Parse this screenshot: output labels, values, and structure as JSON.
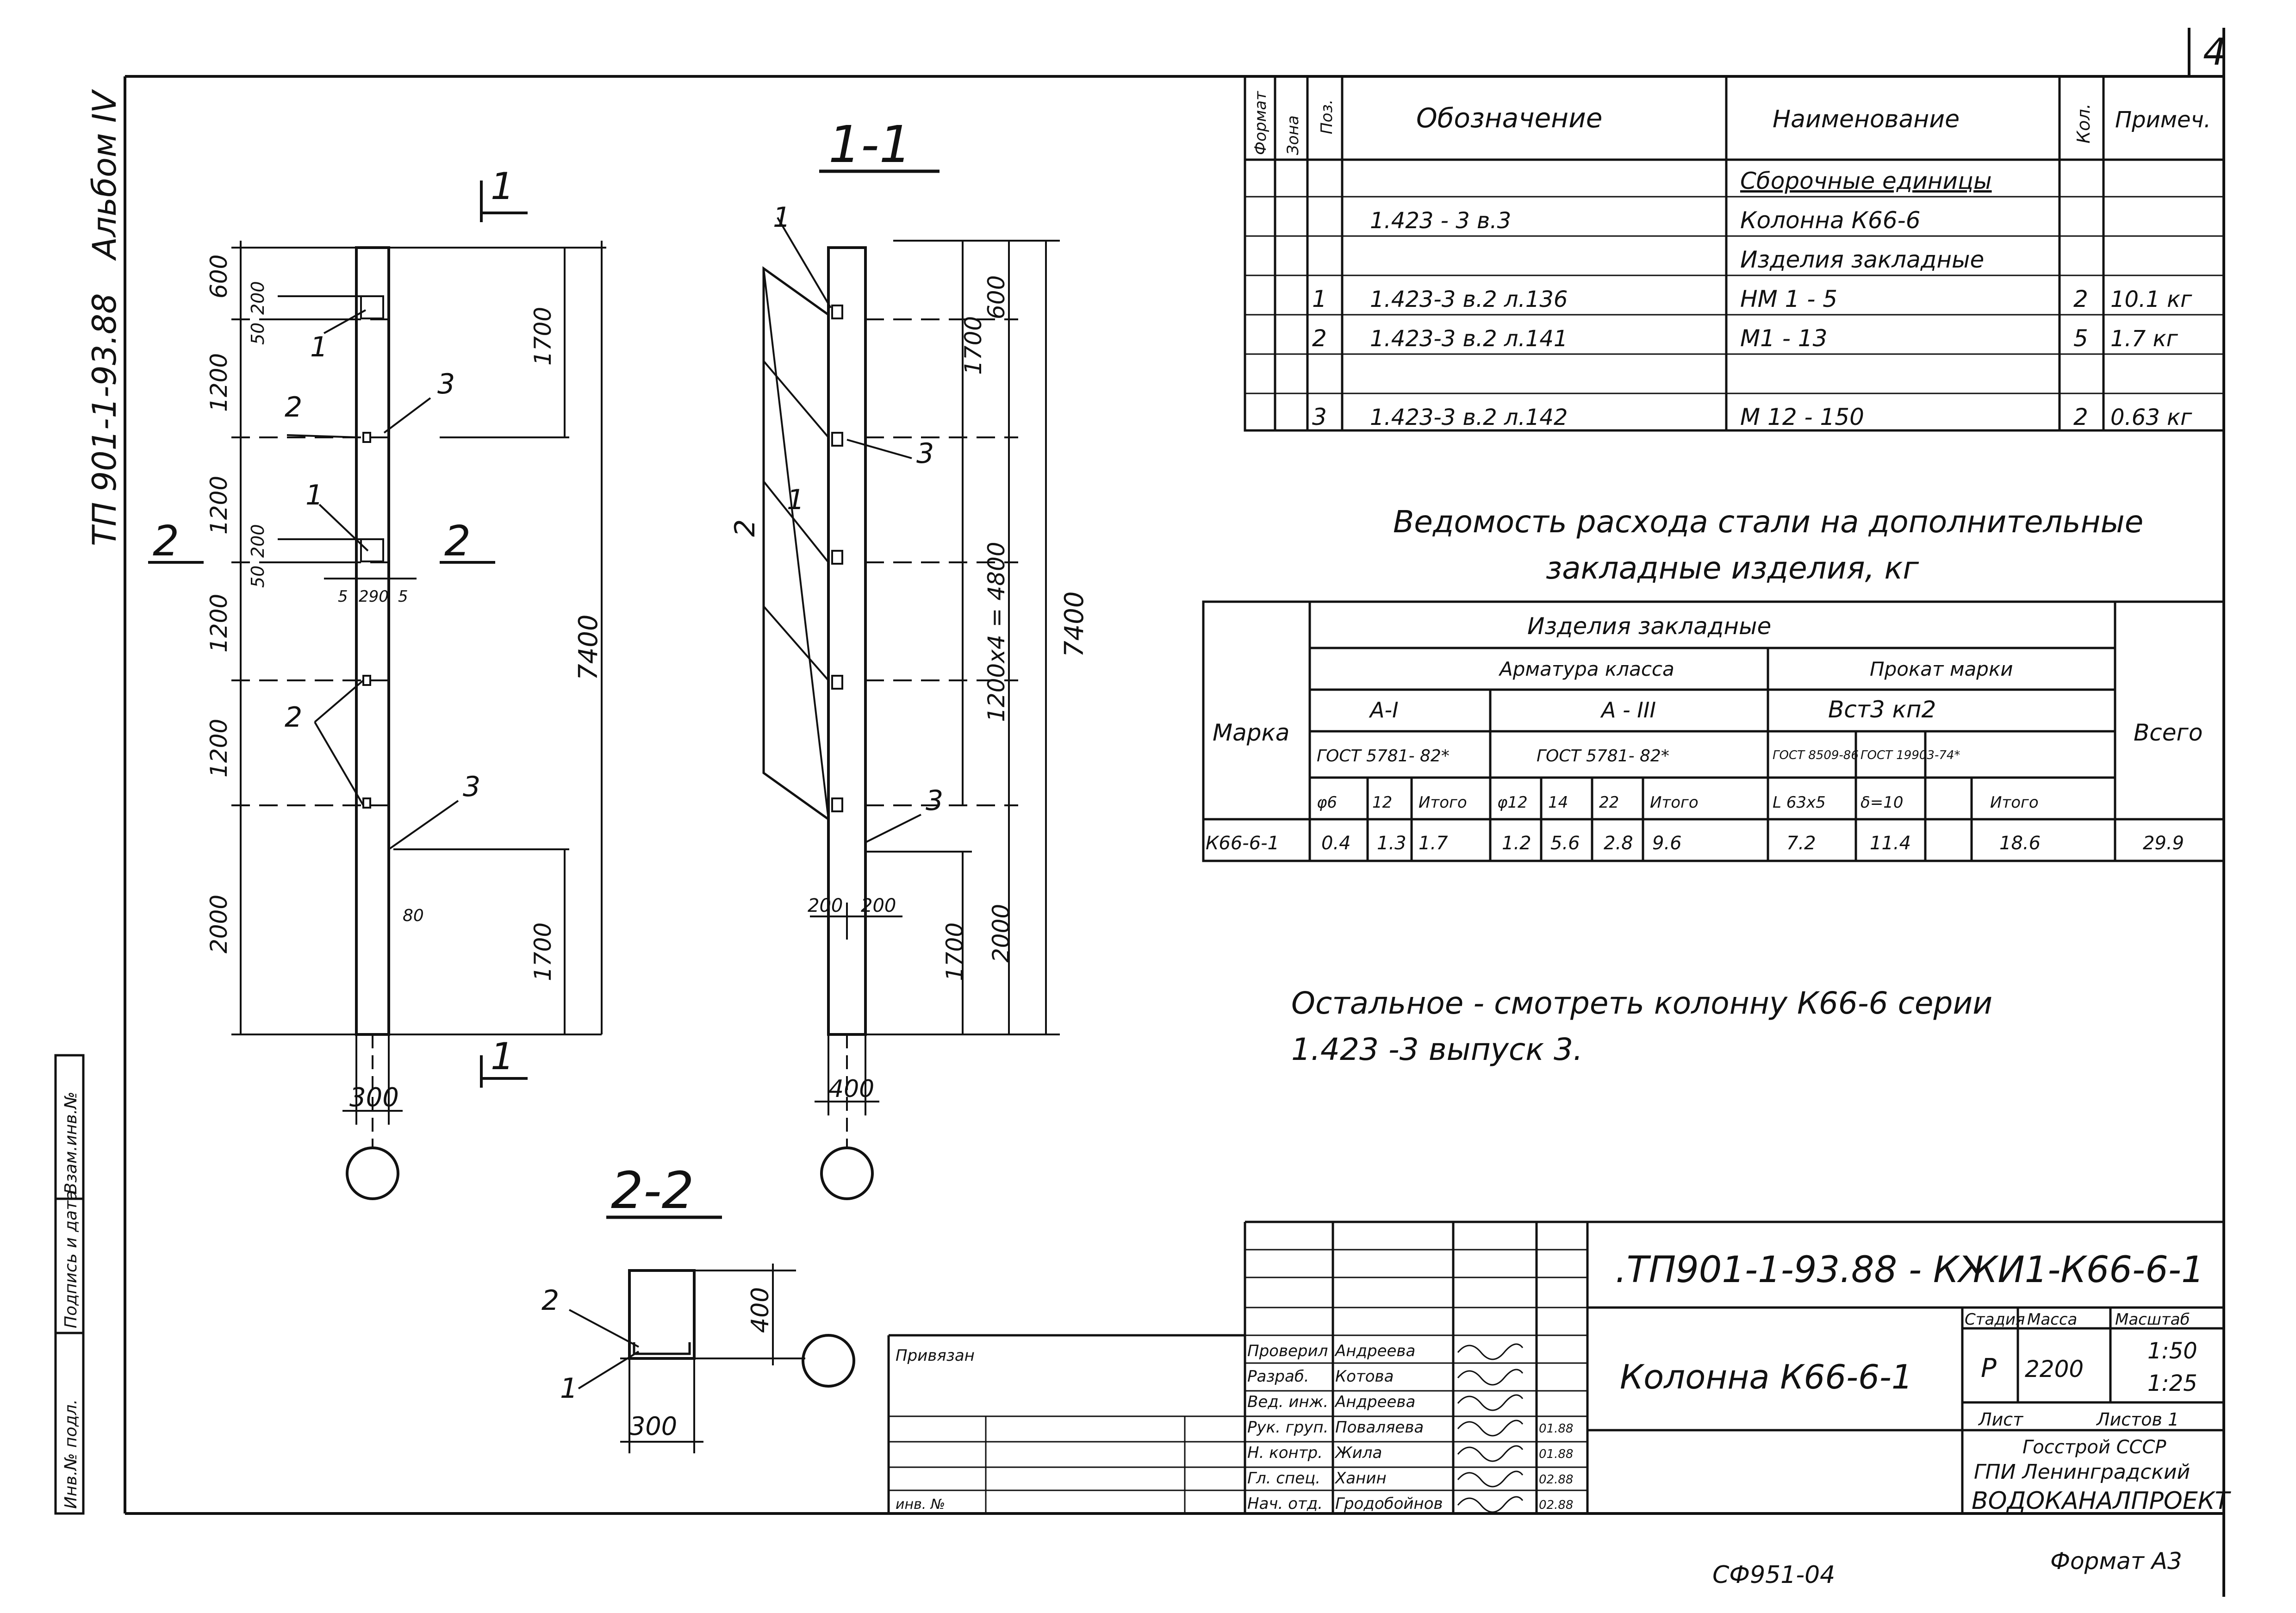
{
  "sheet_number": "4",
  "left_margin": {
    "album": "Альбом IV",
    "series": "ТП 901-1-93.88",
    "box_labels": [
      "Взам.инв.№",
      "Подпись и дата",
      "Инв.№ подл."
    ]
  },
  "views": {
    "section_1_1": "1-1",
    "section_2_2": "2-2",
    "cut_mark": "1",
    "cut_mark_2": "2",
    "elevation_dims": {
      "left": [
        "600",
        "1200",
        "1200",
        "1200",
        "1200",
        "2000"
      ],
      "small": [
        "200",
        "50",
        "200",
        "50"
      ],
      "between": [
        "5",
        "290",
        "5"
      ],
      "right": [
        "1700",
        "7400",
        "1700"
      ],
      "mark_80": "80",
      "bottom_width": "300"
    },
    "section_dims": {
      "right": [
        "600",
        "1700",
        "1200х4 = 4800",
        "7400",
        "2000",
        "1700"
      ],
      "bottom_pair": [
        "200",
        "200"
      ],
      "bottom_width": "400"
    },
    "section22_dims": {
      "width": "300",
      "height": "400"
    },
    "position_labels": {
      "p1": "1",
      "p2": "2",
      "p3": "3"
    }
  },
  "spec_table": {
    "headers": [
      "Формат",
      "Зона",
      "Поз.",
      "Обозначение",
      "Наименование",
      "Кол.",
      "Примеч."
    ],
    "rows": [
      {
        "pos": "",
        "designation": "",
        "name": "Сборочные единицы",
        "qty": "",
        "note": ""
      },
      {
        "pos": "",
        "designation": "1.423 - 3 в.3",
        "name": "Колонна К66-6",
        "qty": "",
        "note": ""
      },
      {
        "pos": "",
        "designation": "",
        "name": "Изделия закладные",
        "qty": "",
        "note": ""
      },
      {
        "pos": "1",
        "designation": "1.423-3 в.2 л.136",
        "name": "НМ 1 - 5",
        "qty": "2",
        "note": "10.1 кг"
      },
      {
        "pos": "2",
        "designation": "1.423-3 в.2 л.141",
        "name": "М1 - 13",
        "qty": "5",
        "note": "1.7 кг"
      },
      {
        "pos": "",
        "designation": "",
        "name": "",
        "qty": "",
        "note": ""
      },
      {
        "pos": "3",
        "designation": "1.423-3 в.2 л.142",
        "name": "М 12 - 150",
        "qty": "2",
        "note": "0.63 кг"
      }
    ]
  },
  "steel_table": {
    "title_line1": "Ведомость расхода стали на дополнительные",
    "title_line2": "закладные изделия, кг",
    "h_marka": "Марка",
    "h_items": "Изделия закладные",
    "h_rebar": "Арматура класса",
    "h_rolled": "Прокат марки",
    "h_total": "Всего",
    "h_a1": "А-I",
    "h_a3": "А - III",
    "h_vst": "Вст3 кп2",
    "h_gost1": "ГОСТ 5781- 82*",
    "h_gost2": "ГОСТ 5781- 82*",
    "h_gost3": "ГОСТ 8509-86",
    "h_gost4": "ГОСТ 19903-74*",
    "sub": [
      "φ6",
      "12",
      "Итого",
      "φ12",
      "14",
      "22",
      "Итого",
      "L 63х5",
      "δ=10",
      "",
      "Итого"
    ],
    "row": [
      "К66-6-1",
      "0.4",
      "1.3",
      "1.7",
      "1.2",
      "5.6",
      "2.8",
      "9.6",
      "7.2",
      "11.4",
      "",
      "18.6",
      "29.9"
    ]
  },
  "note_line1": "Остальное - смотреть колонну К66-6 серии",
  "note_line2": "1.423 -3 выпуск 3.",
  "title_block": {
    "code": ".ТП901-1-93.88 - КЖИ1-К66-6-1",
    "title": "Колонна К66-6-1",
    "stage_h": "Стадия",
    "mass_h": "Масса",
    "scale_h": "Масштаб",
    "stage": "Р",
    "mass": "2200",
    "scale1": "1:50",
    "scale2": "1:25",
    "sheet_h": "Лист",
    "sheets_h": "Листов 1",
    "org1": "Госстрой СССР",
    "org2": "ГПИ Ленинградский",
    "org3": "ВОДОКАНАЛПРОЕКТ",
    "roles": [
      "Проверил",
      "Разраб.",
      "Вед. инж.",
      "Рук. груп.",
      "Н. контр.",
      "Гл. спец.",
      "Нач. отд."
    ],
    "names": [
      "Андреева",
      "Котова",
      "Андреева",
      "Поваляева",
      "Жила",
      "Ханин",
      "Гродобойнов"
    ],
    "dates": [
      "",
      "",
      "",
      "01.88",
      "01.88",
      "02.88",
      "02.88"
    ],
    "privyazan": "Привязан",
    "inv": "инв. №",
    "format": "Формат А3",
    "stamp": "СФ951-04"
  },
  "colors": {
    "ink": "#111111",
    "paper": "#ffffff"
  }
}
